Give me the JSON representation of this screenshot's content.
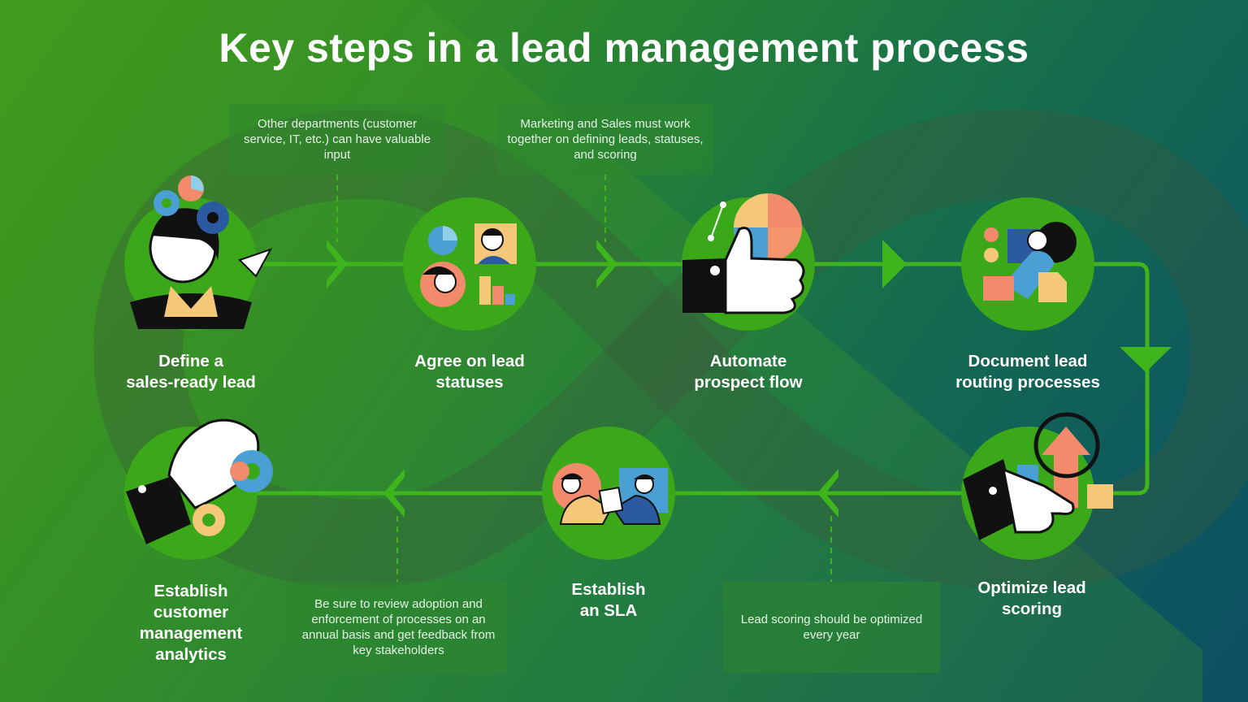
{
  "title": "Key steps in a lead management process",
  "notes": {
    "top_left": "Other departments (customer service, IT, etc.) can have valuable input",
    "top_right": "Marketing and Sales must work together on defining leads, statuses, and scoring",
    "bottom_left": "Be sure to review adoption and enforcement of processes on an annual basis and get feedback from key stakeholders",
    "bottom_right": "Lead scoring should be optimized every year"
  },
  "steps": {
    "define": "Define a\nsales-ready lead",
    "agree": "Agree on lead\nstatuses",
    "automate": "Automate\nprospect flow",
    "document": "Document lead\nrouting processes",
    "optimize": "Optimize lead\nscoring",
    "sla": "Establish\nan SLA",
    "analytics": "Establish\ncustomer\nmanagement\nanalytics"
  },
  "icons": {
    "define": "person-with-gears-icon",
    "agree": "team-chat-icon",
    "automate": "thumbs-up-pie-chart-icon",
    "document": "person-organizing-icon",
    "optimize": "magnifier-growth-icon",
    "sla": "handshake-agreement-icon",
    "analytics": "hand-with-gear-icon"
  },
  "colors": {
    "flow_green": "#3fb51c",
    "circle_green": "#3aa818",
    "note_bg": "#2d872d"
  }
}
